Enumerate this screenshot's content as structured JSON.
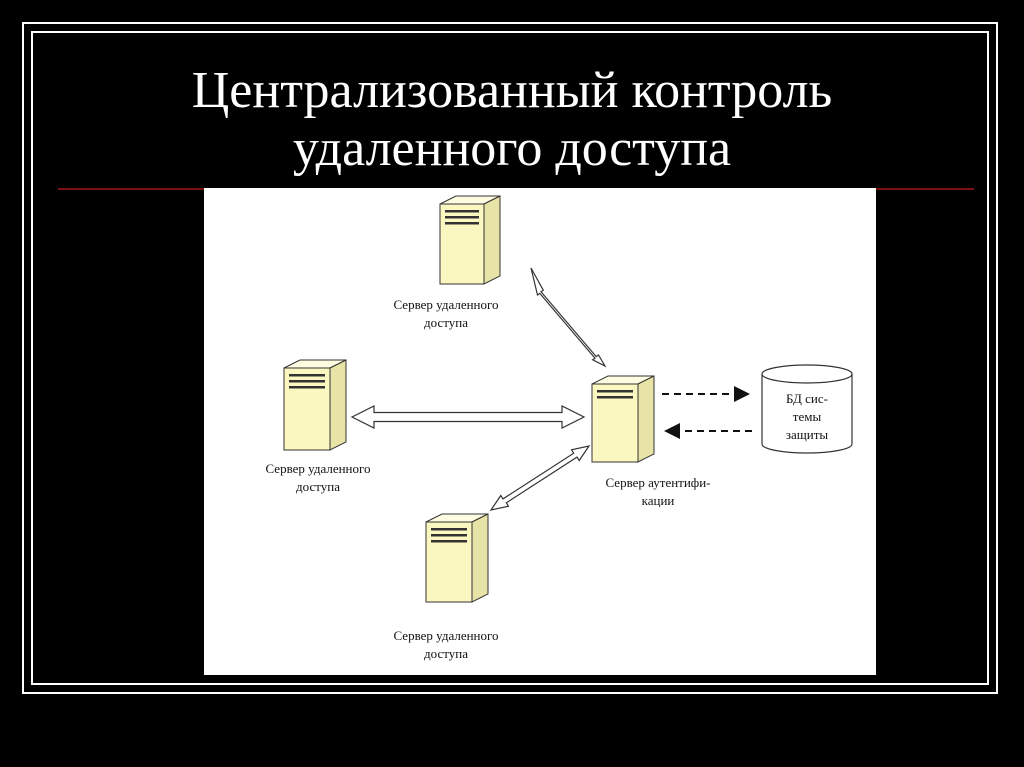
{
  "slide": {
    "title_line1": "Централизованный контроль",
    "title_line2": "удаленного доступа"
  },
  "diagram": {
    "server_top_label": [
      "Сервер удаленного",
      "доступа"
    ],
    "server_left_label": [
      "Сервер удаленного",
      "доступа"
    ],
    "server_bottom_label": [
      "Сервер удаленного",
      "доступа"
    ],
    "auth_server_label": [
      "Сервер аутентифи-",
      "кации"
    ],
    "db_label": [
      "БД сис-",
      "темы",
      "защиты"
    ],
    "colors": {
      "server_fill": "#fbf7c0",
      "stroke": "#333333",
      "background": "#000000",
      "panel": "#ffffff",
      "rule": "#7a1010"
    }
  }
}
